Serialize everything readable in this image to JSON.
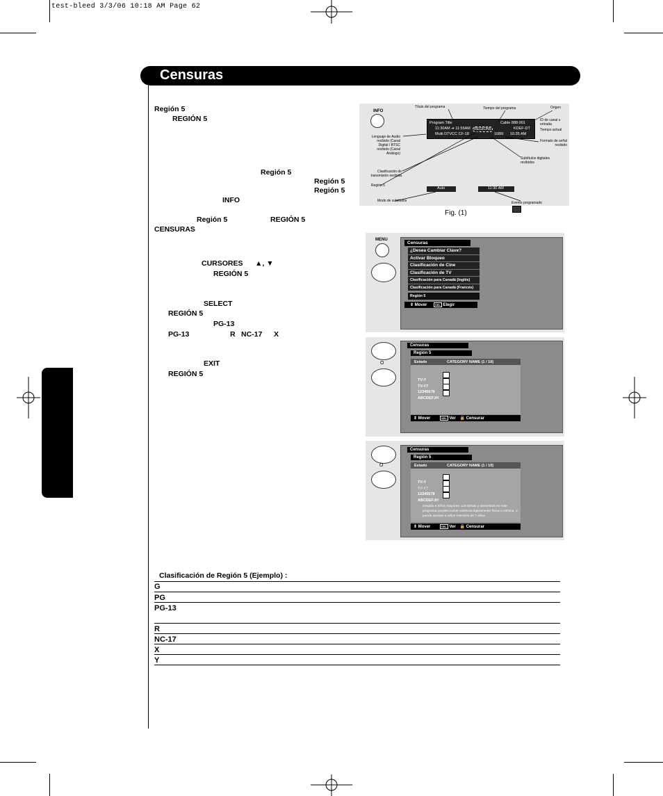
{
  "slug": "test-bleed  3/3/06  10:18 AM  Page 62",
  "page_title": "Censuras",
  "body": {
    "region5_heading": "Región 5",
    "region5_caps": "REGIÓN 5",
    "kw_region5_a": "Región 5",
    "kw_region5_b": "Región 5",
    "kw_region5_c": "Región 5",
    "kw_info": "INFO",
    "kw_region5_d": "Región 5",
    "kw_region5_e": "REGIÓN 5",
    "kw_censuras": "CENSURAS",
    "kw_cursores": "CURSORES",
    "kw_arrows": "▲, ▼",
    "kw_region5_f": "REGIÓN 5",
    "kw_select": "SELECT",
    "kw_region5_g": "REGIÓN 5",
    "kw_pg13_a": "PG-13",
    "kw_pg13_b": "PG-13",
    "kw_r": "R",
    "kw_nc17": "NC-17",
    "kw_x": "X",
    "kw_exit": "EXIT",
    "kw_region5_h": "REGIÓN 5"
  },
  "fig1": {
    "info_label": "INFO",
    "titulo": "Título del programa",
    "tiempo": "Tiempo del programa",
    "origen": "Origen",
    "program_title": "Program Title",
    "cable": "Cable  888-001",
    "id_canal": "ID de canal o entrada",
    "time_row": "11:30AM  ➜ 11:55AM",
    "region_box": "REGION5",
    "kdef": "KDEF-DT",
    "tiempo_actual": "Tiempo actual",
    "multi_row": "Multi     DTVCC     CF-18",
    "format": "1080i",
    "time_now": "10:35 AM",
    "lenguaje": "Lenguaje de Audio recibido (Canal Digital / BTSC recibido (Canal Análogo)",
    "formato": "Formato de señal recibido",
    "subtitulos": "Subtítulos digitales recibidos",
    "clasificacion": "Clasificación de transmisión recibida",
    "region5": "Región 5",
    "auto": "Auto",
    "evento_time": "11:30 AM",
    "modo": "Modo de subtítulos",
    "evento": "Evento programado",
    "caption": "Fig. (1)"
  },
  "menu1": {
    "menu_label": "MENU",
    "header": "Censuras",
    "items": [
      "¿Desea Cambiar Clave?",
      "Activar Bloqueo",
      "Clasificación de Cine",
      "Clasificación de TV",
      "Clasificación para Canadá (Inglés)",
      "Clasificación para Canadá (Francés)",
      "Región 5"
    ],
    "footer_move": "Mover",
    "footer_sel": "SEL",
    "footer_choose": "Elegir"
  },
  "menu2": {
    "header": "Censuras",
    "sub": "Región 5",
    "estado": "Estado",
    "category": "CATEGORY NAME (1 / 10)",
    "rows": [
      "TV-Y",
      "TV-Y7",
      "12345678",
      "ABCDEFJH"
    ],
    "or": "O",
    "footer_move": "Mover",
    "footer_sel": "SEL",
    "footer_ver": "Ver",
    "footer_censurar": "Censurar"
  },
  "menu3": {
    "header": "Censuras",
    "sub": "Región 5",
    "estado": "Estado",
    "category": "CATEGORY NAME (1 / 10)",
    "rows": [
      "TV-Y",
      "TV-Y7",
      "12345678",
      "ABCDEFJH"
    ],
    "or": "O",
    "desc": "Dirigido a niños mayores. Los temas y elementos en este programa pueden incluir violencia ligeramente física o cómica, o puede asustar a niños menores de 7 años.",
    "footer_move": "Mover",
    "footer_sel": "SEL",
    "footer_ver": "Ver",
    "footer_censurar": "Censurar"
  },
  "table": {
    "title": "Clasificación de Región 5 (Ejemplo) :",
    "rows": [
      "G",
      "PG",
      "PG-13",
      "R",
      "NC-17",
      "X",
      "Y"
    ]
  }
}
